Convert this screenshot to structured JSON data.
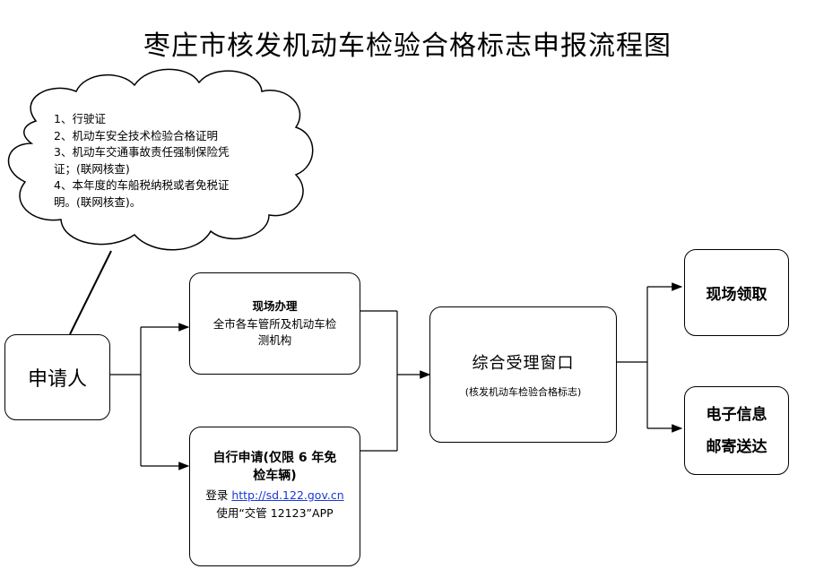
{
  "title": "枣庄市核发机动车检验合格标志申报流程图",
  "cloud": {
    "lines": [
      "1、行驶证",
      "2、机动车安全技术检验合格证明",
      "3、机动车交通事故责任强制保险凭",
      "证；(联网核查)",
      "4、本年度的车船税纳税或者免税证",
      "明。(联网核查)。"
    ]
  },
  "applicant": {
    "label": "申请人"
  },
  "onsite": {
    "heading": "现场办理",
    "lines": [
      "全市各车管所及机动车检",
      "测机构"
    ]
  },
  "self_service": {
    "heading_lines": [
      "自行申请(仅限 6 年免",
      "检车辆)"
    ],
    "login_prefix": "登录 ",
    "login_url": "http://sd.122.gov.cn",
    "app_line": "使用“交管 12123”APP"
  },
  "window": {
    "label": "综合受理窗口",
    "sub": "(核发机动车检验合格标志)"
  },
  "outputs": {
    "pickup": "现场领取",
    "mail_lines": [
      "电子信息",
      "邮寄送达"
    ]
  }
}
